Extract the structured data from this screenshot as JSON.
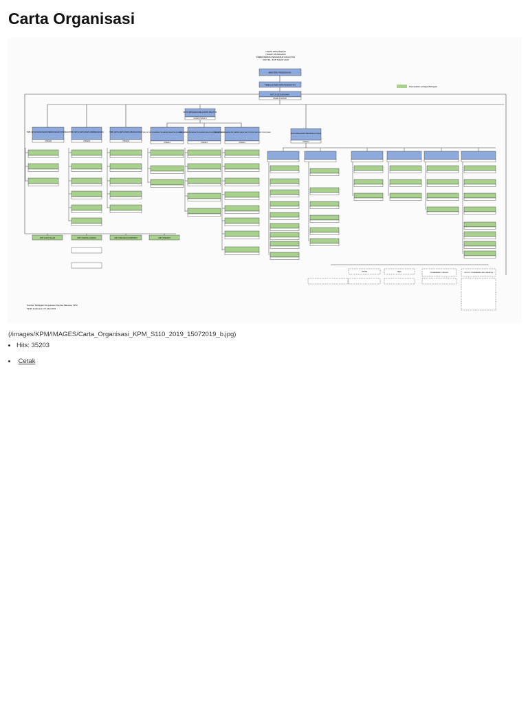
{
  "page": {
    "title": "Carta Organisasi"
  },
  "image_caption": "(/images/KPM/IMAGES/Carta_Organisasi_KPM_S110_2019_15072019_b.jpg)",
  "hits": "Hits: 35203",
  "print_label": "Cetak",
  "orgchart": {
    "header": [
      "CARTA ORGANISASI",
      "(TAHAP 1B) BAHARU",
      "KEMENTERIAN PENDIDIKAN MALAYSIA",
      "KKP. BIL. 8/15 TAHUN 2019"
    ],
    "legend": "Disenyaikan sebagai Bahagian",
    "top": [
      "MENTERI PENDIDIKAN",
      "TIMBALAN MENTERI PENDIDIKAN",
      "KETUA SETIAUSAHA"
    ],
    "ksu_grade": "UTAMA TURUS III",
    "kppm": "KETUA PENGARAH PELAJARAN MALAYSIA",
    "kppm_grade": "UTAMA TURUS III",
    "ktsu_units": [
      {
        "title": "TIMB. KETUA SETIAUSAHA (PERANCANGAN STRATEGIK)",
        "grade": "UTAMA B"
      },
      {
        "title": "TIMB. KETUA SETIAUSAHA (PEMBANGUNAN)",
        "grade": "UTAMA B"
      },
      {
        "title": "TIMB. KETUA SETIAUSAHA (PENGURUSAN)",
        "grade": "UTAMA B"
      }
    ],
    "tkppm_units": [
      {
        "title": "TIMB. KETUA PENGARAH PELAJARAN MALAYSIA (DASAR & KURIKULUM)",
        "grade": "UTAMA A"
      },
      {
        "title": "TIMB. KETUA PENGARAH PELAJARAN MALAYSIA (OPERASI PENDIDIKAN)",
        "grade": "UTAMA A"
      },
      {
        "title": "TIMB. KETUA PENGARAH PELAJARAN MALAYSIA (PROFESIONALISME PENDIDIKAN)",
        "grade": "UTAMA A"
      }
    ],
    "kppt": "KETUA PENGARAH PENDIDIKAN TINGGI",
    "kppt_grade": "UTAMA A",
    "units_bottom": [
      "UNIT AUDIT DALAM",
      "UNIT UNDANG-UNDANG",
      "UNIT KOMUNIKASI KORPORAT",
      "UNIT INTEGRITI"
    ],
    "agencies": [
      "PTPTN",
      "MQA",
      "PERBADANAN KOTA BUKU",
      "INSTITUT TERJEMAHAN & BUKU MALAYSIA"
    ],
    "source": [
      "Sumber: Bahagian Pengurusan Sumber Manusia, KPM",
      "Tarikh kuatkuasa: 15 Julai 2019"
    ]
  }
}
